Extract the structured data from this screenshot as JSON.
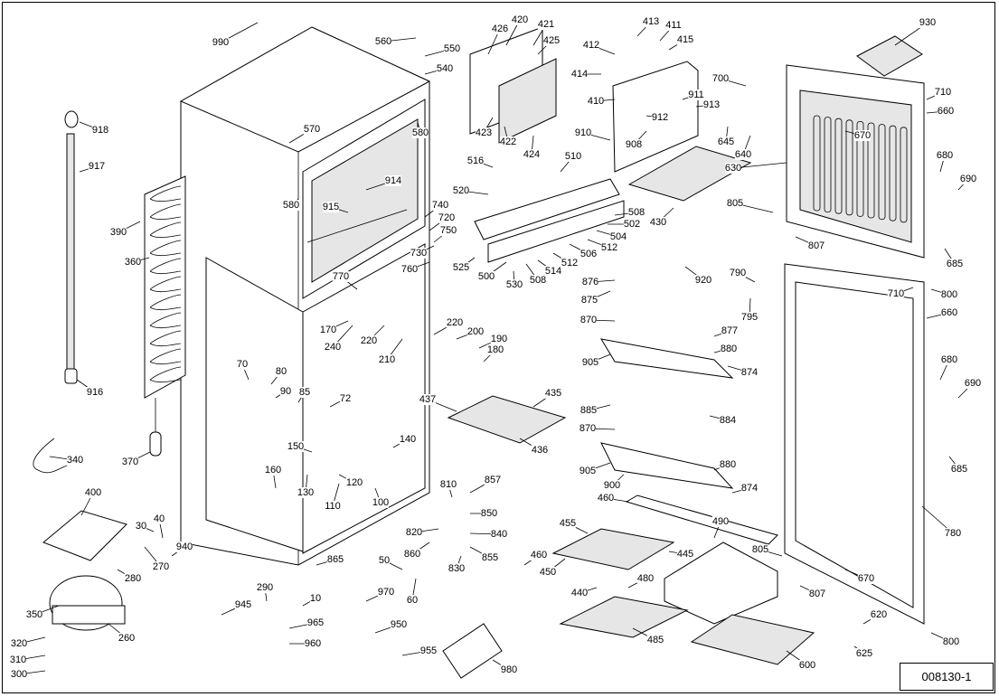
{
  "drawing_code": "008130-1",
  "labels": [
    "990",
    "560",
    "550",
    "540",
    "426",
    "420",
    "421",
    "425",
    "413",
    "411",
    "415",
    "412",
    "414",
    "410",
    "911",
    "913",
    "912",
    "908",
    "910",
    "930",
    "700",
    "710",
    "660",
    "645",
    "640",
    "630",
    "670",
    "680",
    "690",
    "685",
    "918",
    "917",
    "390",
    "360",
    "370",
    "916",
    "340",
    "570",
    "580",
    "914",
    "915",
    "580",
    "740",
    "720",
    "750",
    "730",
    "760",
    "770",
    "170",
    "240",
    "220",
    "210",
    "220",
    "200",
    "190",
    "180",
    "516",
    "510",
    "520",
    "508",
    "502",
    "504",
    "512",
    "506",
    "512",
    "514",
    "508",
    "500",
    "530",
    "525",
    "423",
    "422",
    "424",
    "430",
    "920",
    "876",
    "875",
    "870",
    "877",
    "880",
    "874",
    "905",
    "884",
    "885",
    "870",
    "905",
    "900",
    "880",
    "874",
    "805",
    "807",
    "790",
    "795",
    "710",
    "800",
    "660",
    "680",
    "690",
    "685",
    "780",
    "805",
    "670",
    "807",
    "620",
    "625",
    "800",
    "70",
    "80",
    "90",
    "85",
    "72",
    "140",
    "150",
    "130",
    "120",
    "110",
    "100",
    "160",
    "437",
    "435",
    "436",
    "810",
    "857",
    "850",
    "840",
    "820",
    "860",
    "830",
    "855",
    "460",
    "455",
    "445",
    "450",
    "440",
    "460",
    "490",
    "480",
    "485",
    "600",
    "400",
    "30",
    "40",
    "940",
    "270",
    "280",
    "350",
    "260",
    "320",
    "310",
    "300",
    "945",
    "965",
    "960",
    "950",
    "955",
    "980",
    "290",
    "10",
    "970",
    "50",
    "60",
    "865"
  ]
}
